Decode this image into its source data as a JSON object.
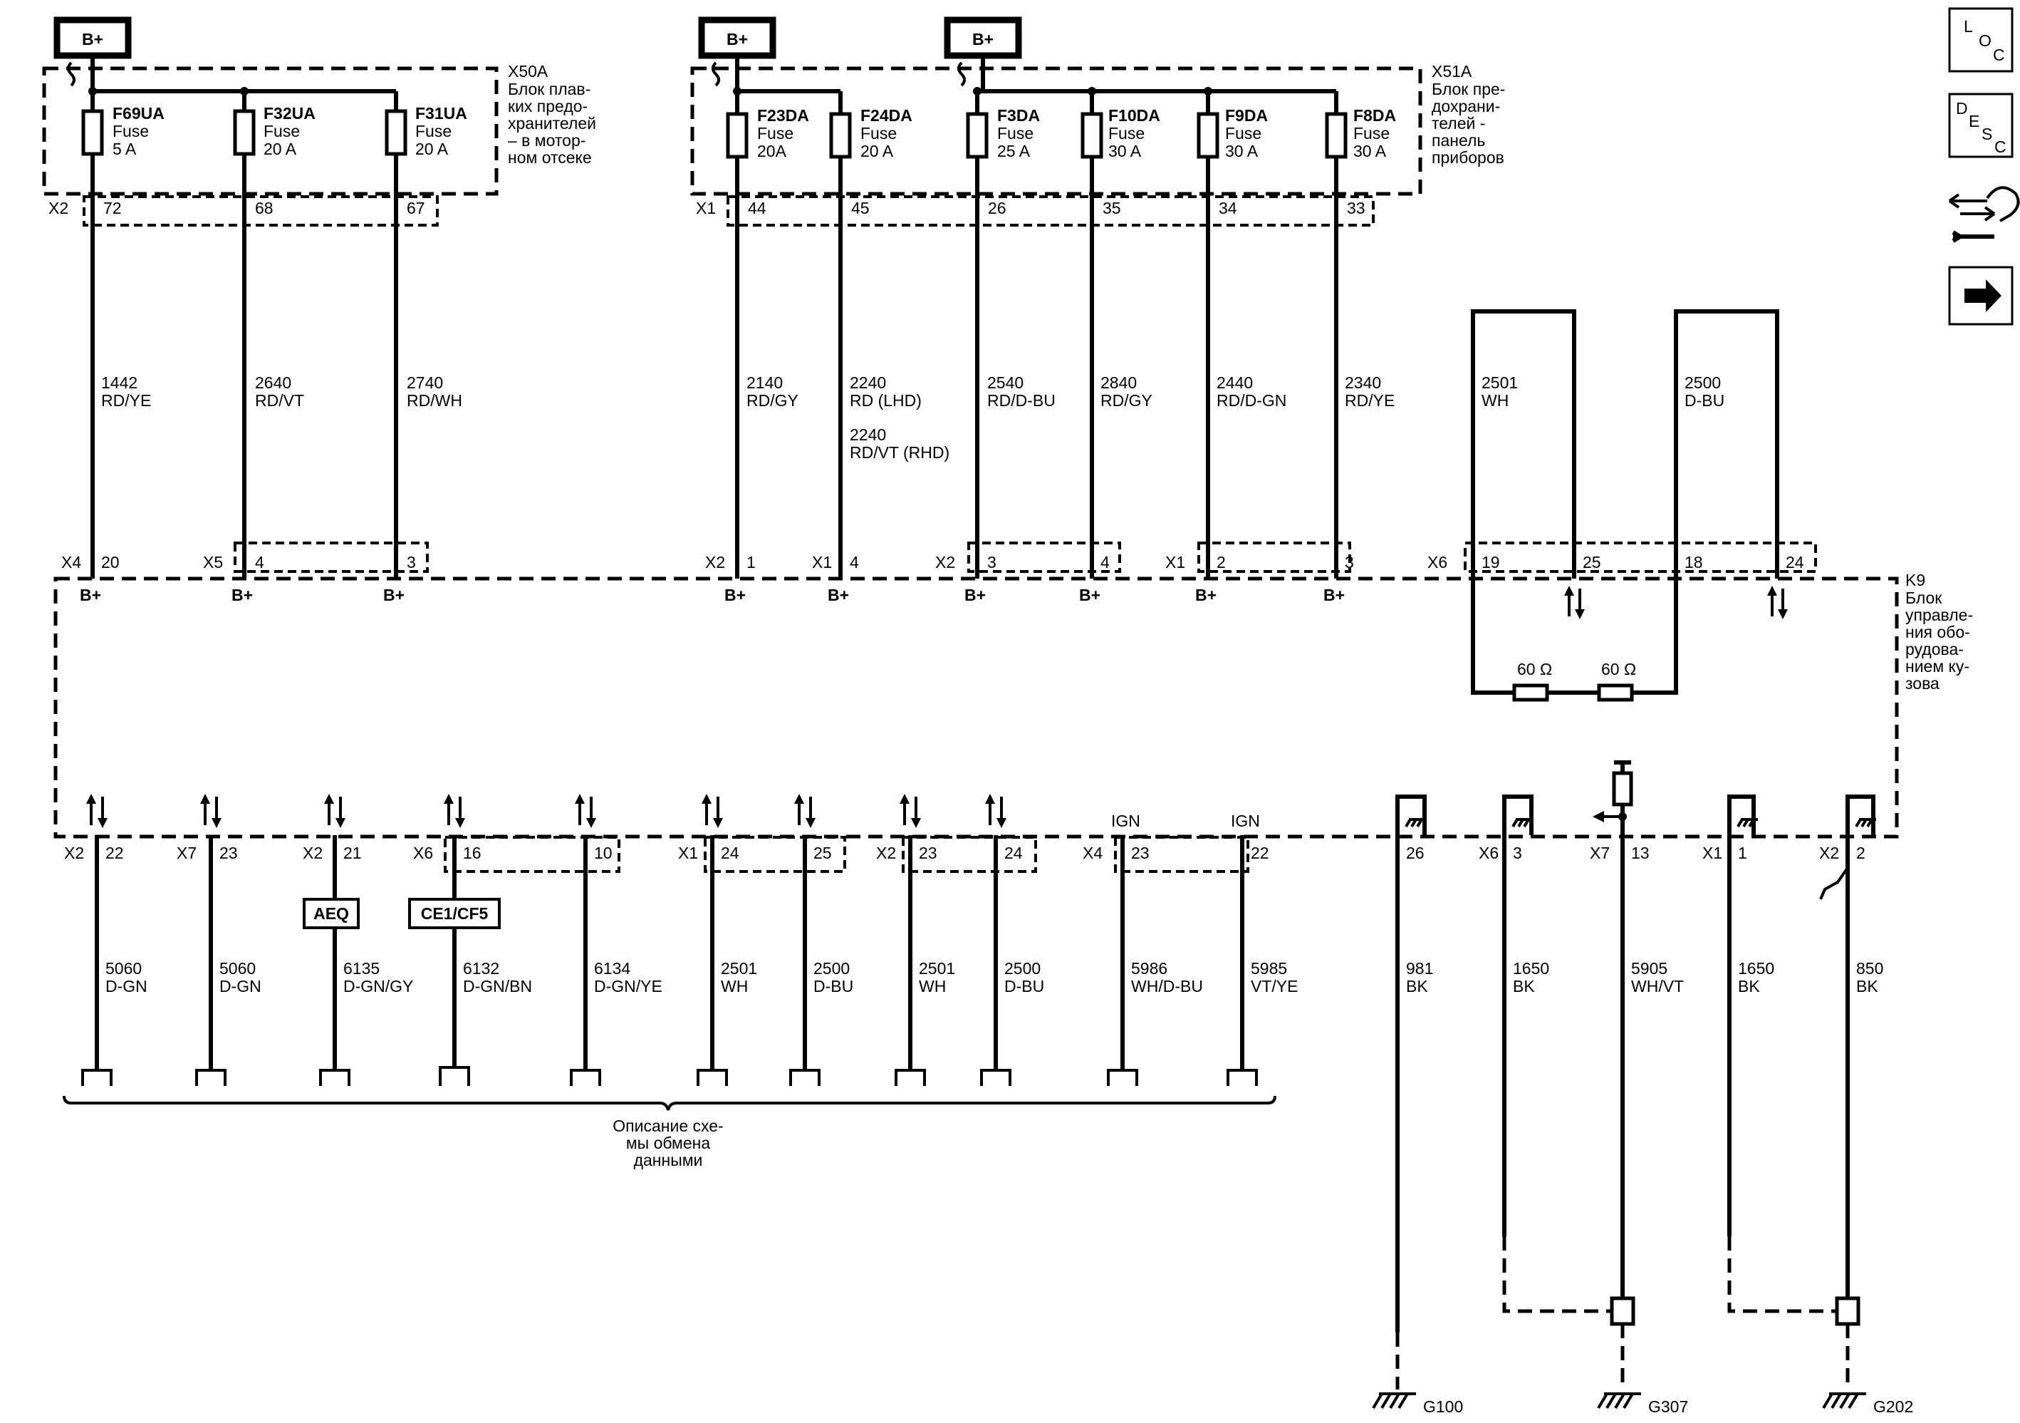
{
  "top_supplies": [
    "B+",
    "B+",
    "B+"
  ],
  "x50a": {
    "id": "X50A",
    "desc": [
      "Блок плав-",
      "ких предо-",
      "хранителей",
      "– в мотор-",
      "ном отсеке"
    ],
    "connector": "X2",
    "fuses": [
      {
        "name": "F69UA",
        "type": "Fuse",
        "rating": "5 A",
        "pin": "72",
        "wire": "1442",
        "color": "RD/YE",
        "dest_conn": "X4",
        "dest_pin": "20"
      },
      {
        "name": "F32UA",
        "type": "Fuse",
        "rating": "20 A",
        "pin": "68",
        "wire": "2640",
        "color": "RD/VT",
        "dest_conn": "X5",
        "dest_pin": "4"
      },
      {
        "name": "F31UA",
        "type": "Fuse",
        "rating": "20 A",
        "pin": "67",
        "wire": "2740",
        "color": "RD/WH",
        "dest_conn": "",
        "dest_pin": "3"
      }
    ]
  },
  "x51a": {
    "id": "X51A",
    "desc": [
      "Блок пре-",
      "дохрани-",
      "телей -",
      "панель",
      "приборов"
    ],
    "connector": "X1",
    "fuses": [
      {
        "name": "F23DA",
        "type": "Fuse",
        "rating": "20A",
        "pin": "44",
        "wire": "2140",
        "color": "RD/GY",
        "dest_conn": "X2",
        "dest_pin": "1"
      },
      {
        "name": "F24DA",
        "type": "Fuse",
        "rating": "20 A",
        "pin": "45",
        "wire": "2240",
        "color": "RD (LHD)",
        "extra_wire": "2240",
        "extra_color": "RD/VT (RHD)",
        "dest_conn": "X1",
        "dest_pin": "4"
      },
      {
        "name": "F3DA",
        "type": "Fuse",
        "rating": "25 A",
        "pin": "26",
        "wire": "2540",
        "color": "RD/D-BU",
        "dest_conn": "X2",
        "dest_pin": "3"
      },
      {
        "name": "F10DA",
        "type": "Fuse",
        "rating": "30 A",
        "pin": "35",
        "wire": "2840",
        "color": "RD/GY",
        "dest_conn": "",
        "dest_pin": "4"
      },
      {
        "name": "F9DA",
        "type": "Fuse",
        "rating": "30 A",
        "pin": "34",
        "wire": "2440",
        "color": "RD/D-GN",
        "dest_conn": "X1",
        "dest_pin": "2"
      },
      {
        "name": "F8DA",
        "type": "Fuse",
        "rating": "30 A",
        "pin": "33",
        "wire": "2340",
        "color": "RD/YE",
        "dest_conn": "",
        "dest_pin": "3"
      }
    ]
  },
  "b_plus": "B+",
  "can_bus": {
    "wires": [
      {
        "num": "2501",
        "color": "WH",
        "conn": "X6",
        "pin": "19"
      },
      {
        "num": "",
        "color": "",
        "conn": "",
        "pin": "25"
      },
      {
        "num": "2500",
        "color": "D-BU",
        "conn": "",
        "pin": "18"
      },
      {
        "num": "",
        "color": "",
        "conn": "",
        "pin": "24"
      }
    ],
    "resistors": [
      "60 Ω",
      "60 Ω"
    ]
  },
  "k9": {
    "id": "K9",
    "desc": [
      "Блок",
      "управле-",
      "ния обо-",
      "рудова-",
      "нием ку-",
      "зова"
    ]
  },
  "bottom_wires": [
    {
      "conn": "X2",
      "pin": "22",
      "num": "5060",
      "color": "D-GN"
    },
    {
      "conn": "X7",
      "pin": "23",
      "num": "5060",
      "color": "D-GN"
    },
    {
      "conn": "X2",
      "pin": "21",
      "num": "6135",
      "color": "D-GN/GY",
      "option": "AEQ"
    },
    {
      "conn": "X6",
      "pin": "16",
      "num": "6132",
      "color": "D-GN/BN",
      "option": "CE1/CF5"
    },
    {
      "conn": "",
      "pin": "10",
      "num": "6134",
      "color": "D-GN/YE"
    },
    {
      "conn": "X1",
      "pin": "24",
      "num": "2501",
      "color": "WH"
    },
    {
      "conn": "",
      "pin": "25",
      "num": "2500",
      "color": "D-BU"
    },
    {
      "conn": "X2",
      "pin": "23",
      "num": "2501",
      "color": "WH"
    },
    {
      "conn": "",
      "pin": "24",
      "num": "2500",
      "color": "D-BU"
    },
    {
      "conn": "X4",
      "pin": "23",
      "num": "5986",
      "color": "WH/D-BU",
      "label": "IGN"
    },
    {
      "conn": "",
      "pin": "22",
      "num": "5985",
      "color": "VT/YE",
      "label": "IGN"
    }
  ],
  "ground_wires": [
    {
      "conn": "",
      "pin": "26",
      "num": "981",
      "color": "BK"
    },
    {
      "conn": "X6",
      "pin": "3",
      "num": "1650",
      "color": "BK"
    },
    {
      "conn": "X7",
      "pin": "13",
      "num": "5905",
      "color": "WH/VT"
    },
    {
      "conn": "X1",
      "pin": "1",
      "num": "1650",
      "color": "BK"
    },
    {
      "conn": "X2",
      "pin": "2",
      "num": "850",
      "color": "BK"
    }
  ],
  "grounds": [
    "G100",
    "G307",
    "G202"
  ],
  "data_comm_label": [
    "Описание схе-",
    "мы обмена",
    "данными"
  ],
  "side_icons": [
    {
      "name": "loc-icon",
      "letters": [
        "L",
        "O",
        "C"
      ]
    },
    {
      "name": "desc-icon",
      "letters": [
        "D",
        "E",
        "S",
        "C"
      ]
    },
    {
      "name": "connector-tool-icon"
    },
    {
      "name": "next-arrow-icon"
    }
  ]
}
